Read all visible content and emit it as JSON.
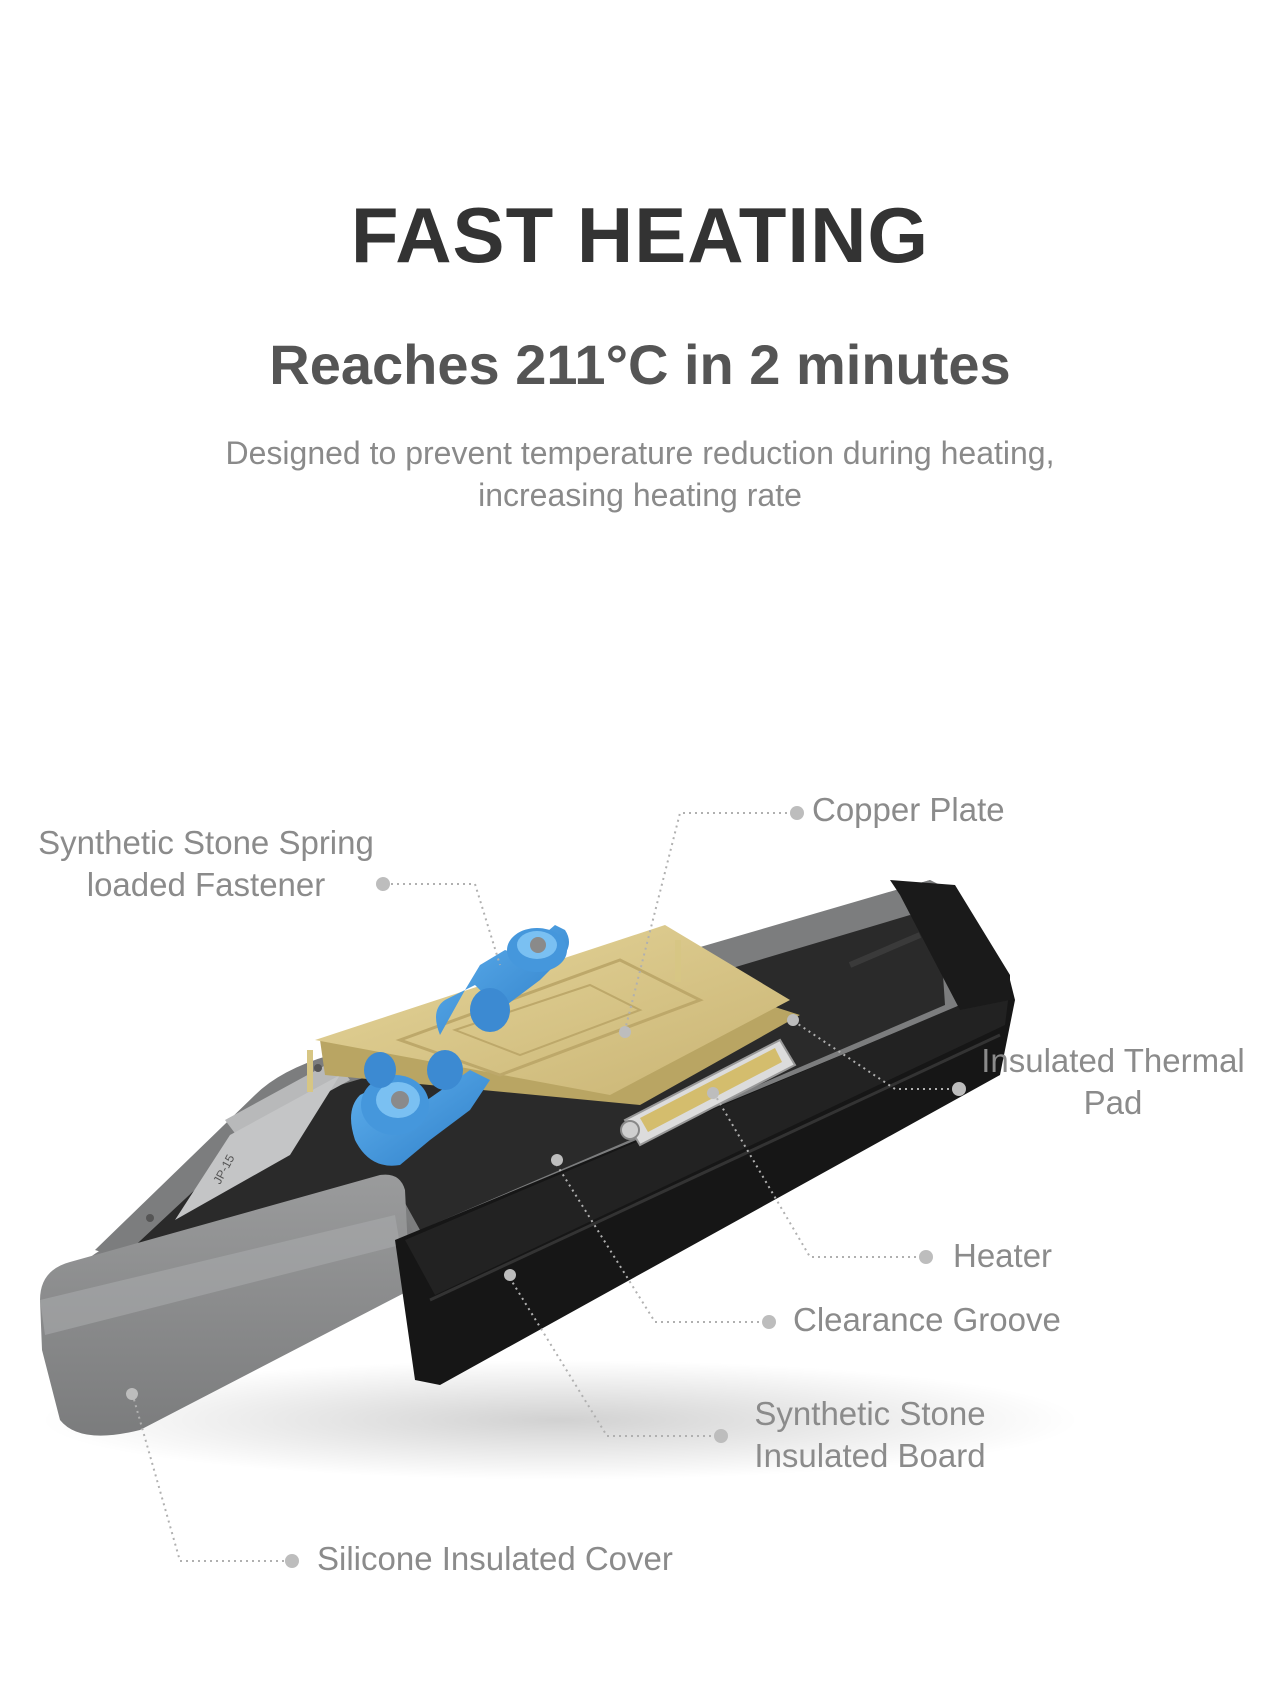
{
  "header": {
    "title": "FAST HEATING",
    "subtitle": "Reaches 211°C in 2 minutes",
    "description_line1": "Designed to prevent temperature reduction during heating,",
    "description_line2": "increasing heating rate"
  },
  "labels": {
    "copper_plate": "Copper Plate",
    "fastener_line1": "Synthetic Stone Spring",
    "fastener_line2": "loaded Fastener",
    "thermal_pad_line1": "Insulated Thermal",
    "thermal_pad_line2": "Pad",
    "heater": "Heater",
    "clearance_groove": "Clearance Groove",
    "board_line1": "Synthetic Stone",
    "board_line2": "Insulated Board",
    "silicone_cover": "Silicone Insulated Cover"
  },
  "colors": {
    "title": "#333333",
    "text": "#8b8b8b",
    "copper": "#d8c78a",
    "fastener": "#4a9be0",
    "frame": "#7e7f80",
    "insulator": "#1c1c1c"
  },
  "plate_marking": "JP-15"
}
